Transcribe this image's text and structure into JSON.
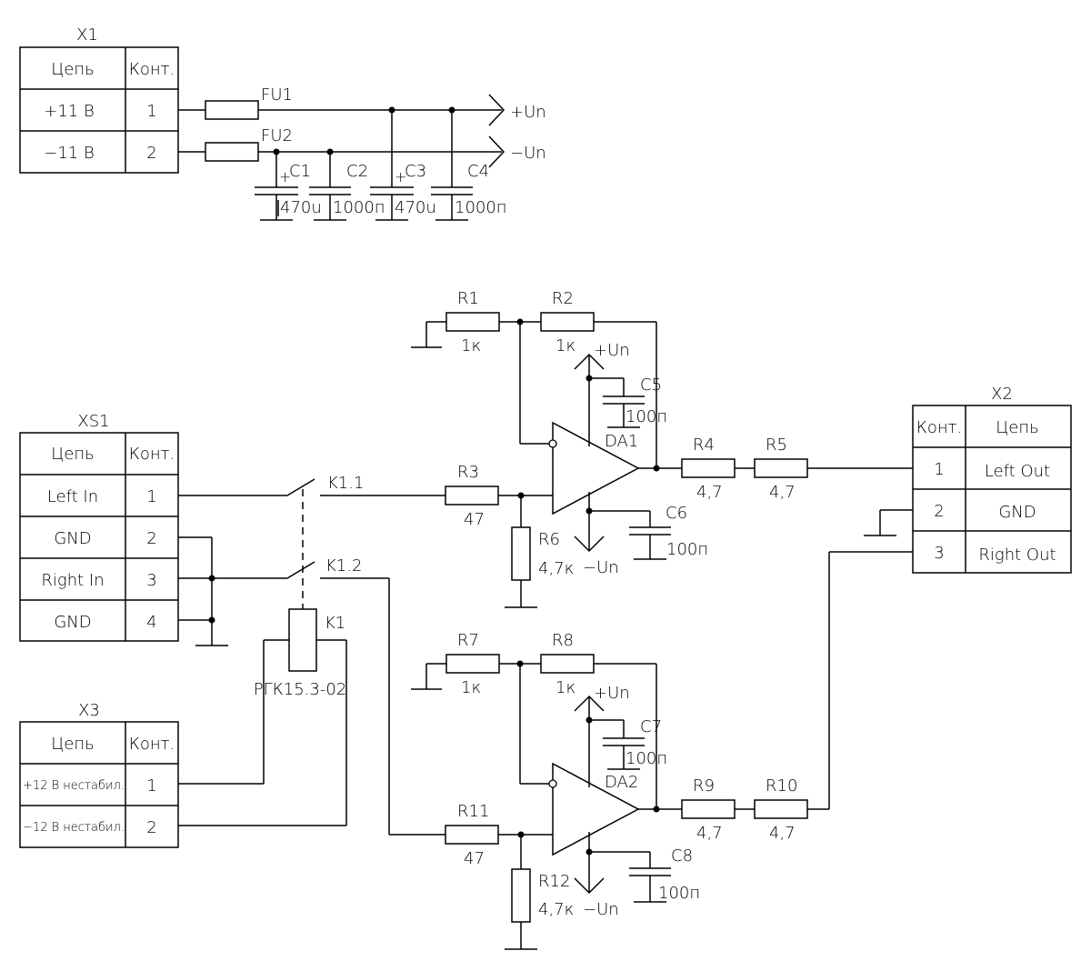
{
  "connectors": {
    "x1": {
      "title": "X1",
      "headers": [
        "Цепь",
        "Конт."
      ],
      "rows": [
        [
          "+11 В",
          "1"
        ],
        [
          "−11 В",
          "2"
        ]
      ]
    },
    "xs1": {
      "title": "XS1",
      "headers": [
        "Цепь",
        "Конт."
      ],
      "rows": [
        [
          "Left In",
          "1"
        ],
        [
          "GND",
          "2"
        ],
        [
          "Right In",
          "3"
        ],
        [
          "GND",
          "4"
        ]
      ]
    },
    "x3": {
      "title": "X3",
      "headers": [
        "Цепь",
        "Конт."
      ],
      "rows": [
        [
          "+12 В нестабил.",
          "1"
        ],
        [
          "−12 В нестабил.",
          "2"
        ]
      ]
    },
    "x2": {
      "title": "X2",
      "headers": [
        "Конт.",
        "Цепь"
      ],
      "rows": [
        [
          "1",
          "Left Out"
        ],
        [
          "2",
          "GND"
        ],
        [
          "3",
          "Right Out"
        ]
      ]
    }
  },
  "power": {
    "fu1": "FU1",
    "fu2": "FU2",
    "plus_un": "+Un",
    "minus_un": "−Un",
    "c1": {
      "name": "C1",
      "value": "470u"
    },
    "c2": {
      "name": "C2",
      "value": "1000п"
    },
    "c3": {
      "name": "C3",
      "value": "470u"
    },
    "c4": {
      "name": "C4",
      "value": "1000п"
    }
  },
  "channel1": {
    "r1": {
      "name": "R1",
      "value": "1к"
    },
    "r2": {
      "name": "R2",
      "value": "1к"
    },
    "r3": {
      "name": "R3",
      "value": "47"
    },
    "r4": {
      "name": "R4",
      "value": "4,7"
    },
    "r5": {
      "name": "R5",
      "value": "4,7"
    },
    "r6": {
      "name": "R6",
      "value": "4,7к"
    },
    "c5": {
      "name": "C5",
      "value": "100п"
    },
    "c6": {
      "name": "C6",
      "value": "100п"
    },
    "opamp": "DA1",
    "plus_un": "+Un",
    "minus_un": "−Un"
  },
  "channel2": {
    "r7": {
      "name": "R7",
      "value": "1к"
    },
    "r8": {
      "name": "R8",
      "value": "1к"
    },
    "r11": {
      "name": "R11",
      "value": "47"
    },
    "r9": {
      "name": "R9",
      "value": "4,7"
    },
    "r10": {
      "name": "R10",
      "value": "4,7"
    },
    "r12": {
      "name": "R12",
      "value": "4,7к"
    },
    "c7": {
      "name": "C7",
      "value": "100п"
    },
    "c8": {
      "name": "C8",
      "value": "100п"
    },
    "opamp": "DA2",
    "plus_un": "+Un",
    "minus_un": "−Un"
  },
  "relay": {
    "name": "K1",
    "type": "РГК15.3-02",
    "contact1": "K1.1",
    "contact2": "K1.2"
  }
}
